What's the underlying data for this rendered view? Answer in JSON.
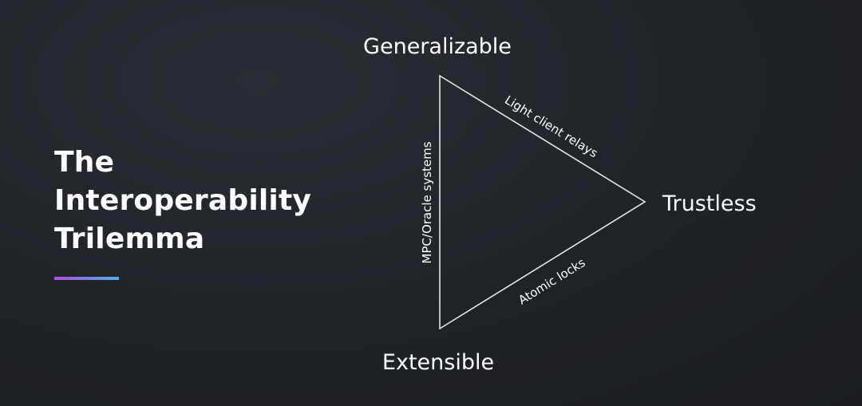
{
  "slide": {
    "title_lines": [
      "The",
      "Interoperability",
      "Trilemma"
    ],
    "accent_colors": [
      "#b04fdc",
      "#4fb3ea"
    ]
  },
  "diagram": {
    "vertices": {
      "top": "Generalizable",
      "right": "Trustless",
      "bottom": "Extensible"
    },
    "edges": {
      "left": "MPC/Oracle systems",
      "top_right": "Light client relays",
      "bottom_right": "Atomic locks"
    },
    "line_color": "#e6e6e6"
  }
}
